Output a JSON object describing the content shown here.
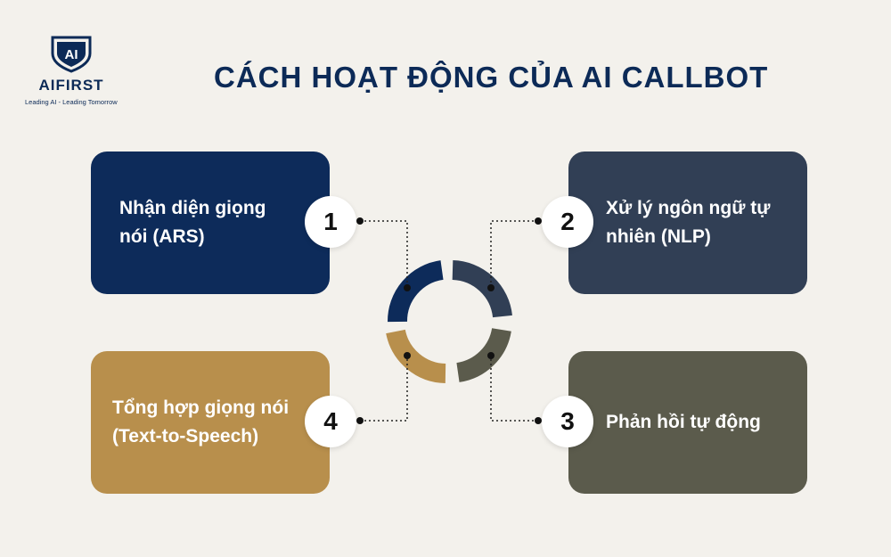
{
  "logo": {
    "mark": "AI",
    "brand": "AIFIRST",
    "tagline": "Leading AI - Leading Tomorrow"
  },
  "title": "CÁCH HOẠT ĐỘNG CỦA AI CALLBOT",
  "steps": [
    {
      "number": "1",
      "label": "Nhận diện giọng nói (ARS)",
      "color": "#0d2b5a"
    },
    {
      "number": "2",
      "label": "Xử lý ngôn ngữ tự nhiên (NLP)",
      "color": "#313f55"
    },
    {
      "number": "3",
      "label": "Phản hồi tự động",
      "color": "#5b5b4c"
    },
    {
      "number": "4",
      "label": "Tổng hợp giọng nói (Text-to-Speech)",
      "color": "#b88f4c"
    }
  ],
  "colors": {
    "background": "#f3f1ec",
    "title": "#0c2a57",
    "connector": "#222222"
  }
}
